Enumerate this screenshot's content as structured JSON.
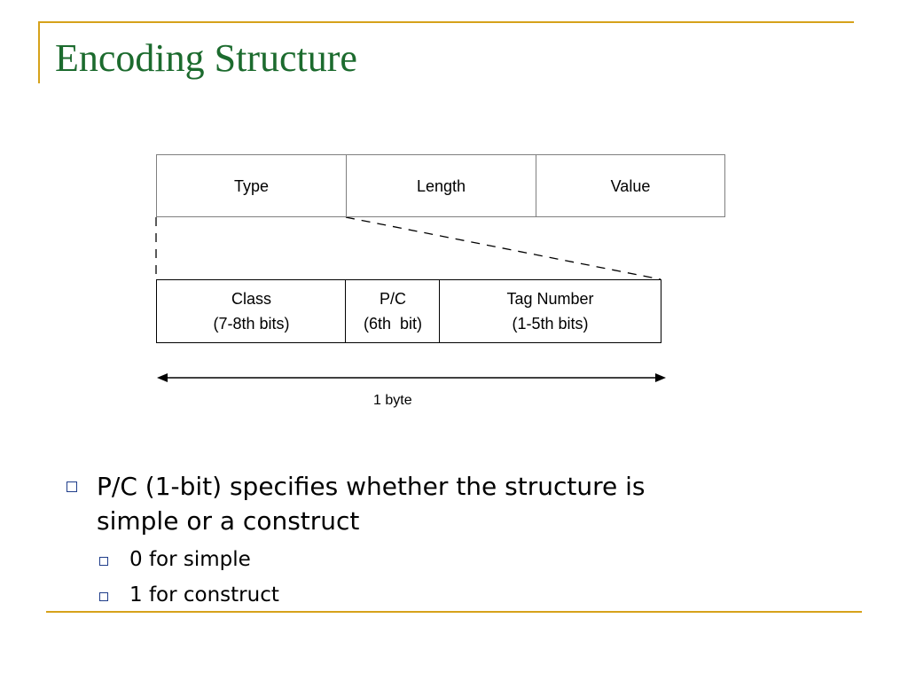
{
  "slide": {
    "title": "Encoding Structure"
  },
  "diagram": {
    "tlv": [
      "Type",
      "Length",
      "Value"
    ],
    "type_byte": [
      {
        "name": "Class",
        "bits": "(7-8th bits)"
      },
      {
        "name": "P/C",
        "bits": "(6th  bit)"
      },
      {
        "name": "Tag Number",
        "bits": "(1-5th bits)"
      }
    ],
    "span_label": "1 byte"
  },
  "bullets": {
    "main_line1": "P/C (1-bit) specifies whether the structure is",
    "main_line2": "simple or a construct",
    "sub": [
      "0 for simple",
      "1 for construct"
    ]
  },
  "colors": {
    "title": "#1C6B2E",
    "accent_line": "#D6A21B",
    "bullet_box": "#1F3D8A"
  }
}
